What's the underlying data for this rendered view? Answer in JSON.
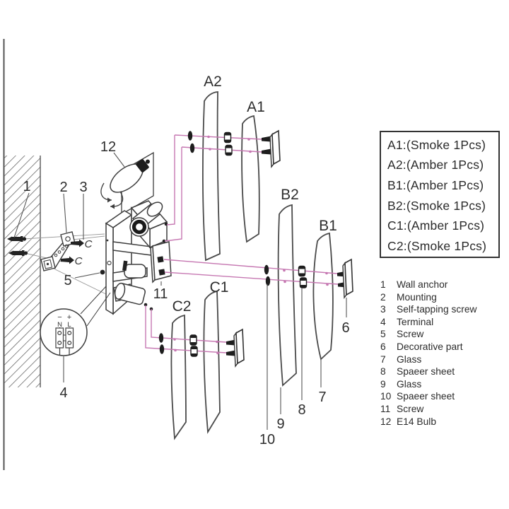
{
  "colors": {
    "assembly_line": "#c678b2",
    "ink": "#3a3a3a"
  },
  "legend": {
    "items": [
      "A1:(Smoke 1Pcs)",
      "A2:(Amber 1Pcs)",
      "B1:(Amber 1Pcs)",
      "B2:(Smoke 1Pcs)",
      "C1:(Amber 1Pcs)",
      "C2:(Smoke 1Pcs)"
    ]
  },
  "parts": {
    "items": [
      {
        "num": "1",
        "name": "Wall anchor"
      },
      {
        "num": "2",
        "name": "Mounting"
      },
      {
        "num": "3",
        "name": "Self-tapping screw"
      },
      {
        "num": "4",
        "name": "Terminal"
      },
      {
        "num": "5",
        "name": "Screw"
      },
      {
        "num": "6",
        "name": "Decorative part"
      },
      {
        "num": "7",
        "name": "Glass"
      },
      {
        "num": "8",
        "name": "Spaeer sheet"
      },
      {
        "num": "9",
        "name": "Glass"
      },
      {
        "num": "10",
        "name": "Spaeer sheet"
      },
      {
        "num": "11",
        "name": "Screw"
      },
      {
        "num": "12",
        "name": "E14 Bulb"
      }
    ]
  },
  "labels": {
    "a2": "A2",
    "a1": "A1",
    "b2": "B2",
    "b1": "B1",
    "c2": "C2",
    "c1": "C1",
    "n1": "1",
    "n2": "2",
    "n3": "3",
    "n4": "4",
    "n5": "5",
    "n6": "6",
    "n7": "7",
    "n8": "8",
    "n9": "9",
    "n10": "10",
    "n11": "11",
    "n12": "12",
    "screw_direction_1": "C",
    "screw_direction_2": "C"
  },
  "terminal": {
    "minus": "−",
    "plus": "+",
    "neutral": "N",
    "live": "L"
  }
}
